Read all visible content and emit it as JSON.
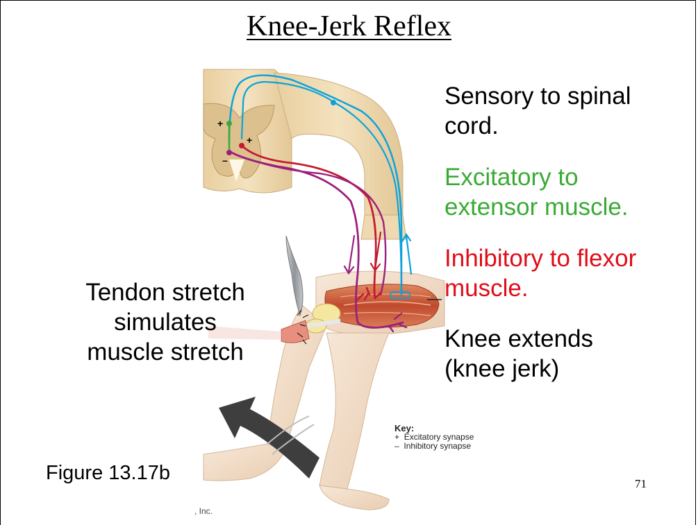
{
  "slide": {
    "title": "Knee-Jerk Reflex",
    "page_number": "71",
    "figure_label": "Figure 13.17b",
    "credit": ", Inc."
  },
  "annotations": {
    "sensory": [
      "Sensory to spinal",
      "cord."
    ],
    "excitatory": [
      "Excitatory to",
      "extensor muscle."
    ],
    "inhibitory": [
      "Inhibitory to flexor",
      "muscle."
    ],
    "knee": [
      "Knee extends",
      "(knee jerk)"
    ],
    "tendon": [
      "Tendon stretch",
      "simulates",
      "muscle stretch"
    ]
  },
  "key": {
    "title": "Key:",
    "items": [
      {
        "symbol": "+",
        "label": "Excitatory synapse"
      },
      {
        "symbol": "–",
        "label": "Inhibitory synapse"
      }
    ]
  },
  "synapse_marks": {
    "plus": "+",
    "minus": "–"
  },
  "colors": {
    "sensory": "#0aa2dc",
    "excitatory": "#3aaa35",
    "inhibitory": "#e00d18",
    "motor_extensor": "#9b1f7d",
    "motor_flexor": "#c41a30",
    "cord": "#f1dcb3",
    "grey_matter": "#dcc08e",
    "skin": "#f6e3cf",
    "muscle": "#c9553a"
  }
}
